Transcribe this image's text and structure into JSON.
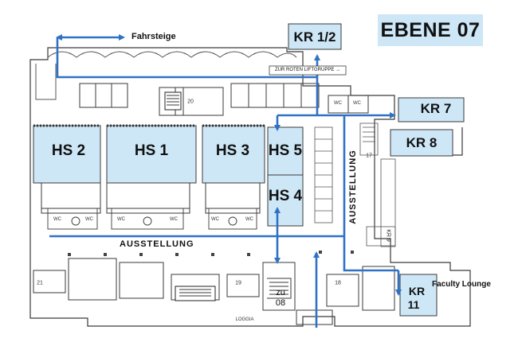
{
  "level_label": "EBENE 07",
  "rooms": {
    "kr12": "KR 1/2",
    "kr7": "KR 7",
    "kr8": "KR 8",
    "hs2": "HS 2",
    "hs1": "HS 1",
    "hs3": "HS 3",
    "hs5": "HS 5",
    "hs4": "HS 4",
    "kr11_line1": "KR",
    "kr11_line2": "11",
    "kr9": "KR 9",
    "zu08_line1": "zu",
    "zu08_line2": "08"
  },
  "labels": {
    "fahrsteige": "Fahrsteige",
    "ausstellung_h": "AUSSTELLUNG",
    "ausstellung_v": "AUSSTELLUNG",
    "faculty_lounge": "Faculty Lounge",
    "zur_roten": "ZUR ROTEN LIFTGRUPPE →",
    "loggia": "LOGGIA",
    "wc": "WC",
    "num_20": "20",
    "num_21": "21",
    "num_19": "19",
    "num_18": "18",
    "num_17": "17"
  },
  "colors": {
    "room_fill": "#cde7f7",
    "arrow": "#2f72c4",
    "walls": "#3a3a3a"
  }
}
